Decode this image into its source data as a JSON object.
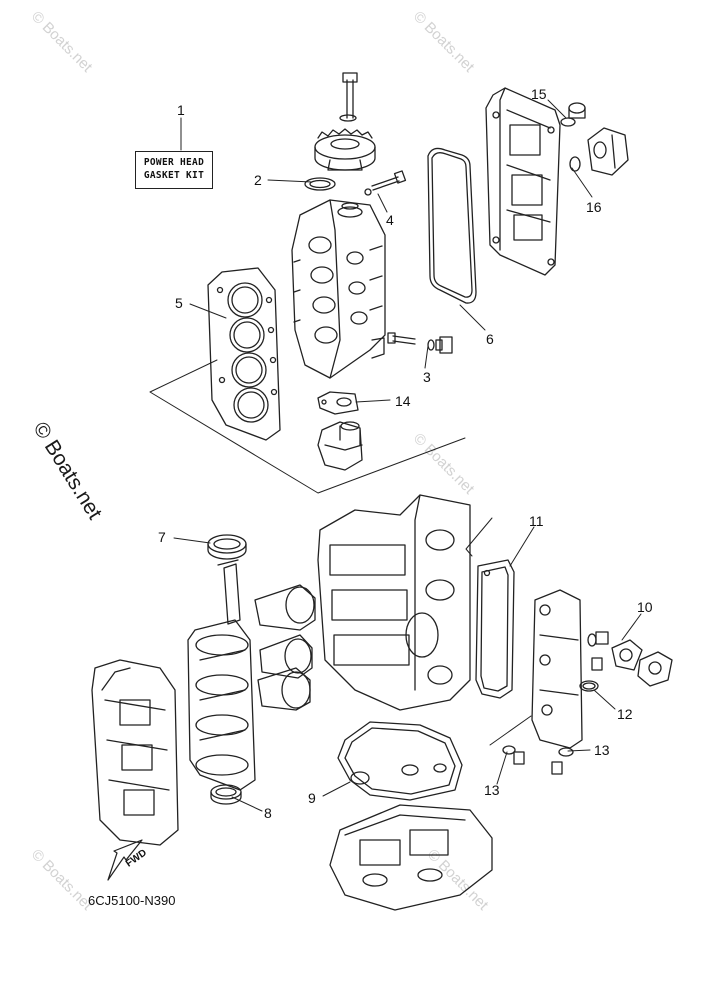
{
  "kit_label": {
    "line1": "POWER HEAD",
    "line2": "GASKET KIT"
  },
  "callouts": [
    "1",
    "2",
    "3",
    "4",
    "5",
    "6",
    "7",
    "8",
    "9",
    "10",
    "11",
    "12",
    "13",
    "13",
    "14",
    "15",
    "16"
  ],
  "part_code": "6CJ5100-N390",
  "fwd_label": "FWD",
  "watermark_text": "© Boats.net",
  "watermark_large_text": "© Boats.net",
  "colors": {
    "line": "#222222",
    "watermark": "#d2d2d2",
    "background": "#ffffff"
  }
}
